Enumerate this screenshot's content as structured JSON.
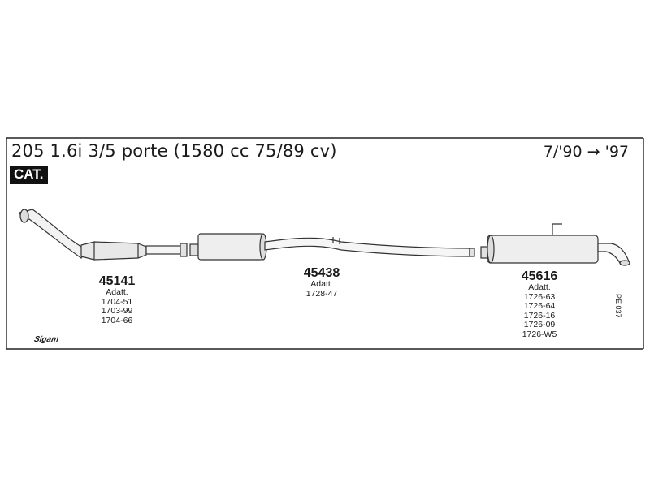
{
  "header": {
    "title": "205 1.6i 3/5 porte (1580 cc 75/89 cv)",
    "years": "7/'90 → '97",
    "badge": "CAT."
  },
  "parts": [
    {
      "number": "45141",
      "label": "Adatt.",
      "codes": [
        "1704-51",
        "1703-99",
        "1704-66"
      ]
    },
    {
      "number": "45438",
      "label": "Adatt.",
      "codes": [
        "1728-47"
      ]
    },
    {
      "number": "45616",
      "label": "Adatt.",
      "codes": [
        "1726-63",
        "1726-64",
        "1726-16",
        "1726-09",
        "1726-W5"
      ]
    }
  ],
  "footer": {
    "brand": "Sigam",
    "reference": "PE 037"
  }
}
